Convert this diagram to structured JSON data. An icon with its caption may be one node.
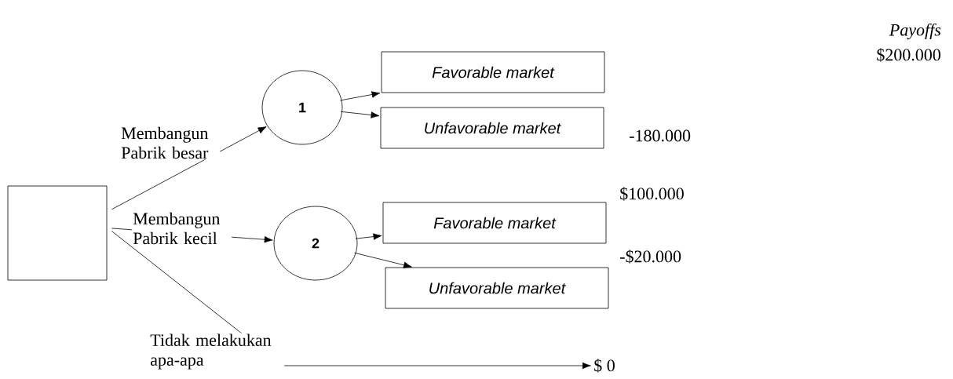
{
  "diagram": {
    "nodes": [
      {
        "text": [],
        "shape": "box"
      },
      {
        "text": [
          "1"
        ]
      },
      {
        "text": [
          "2"
        ]
      },
      {
        "text": [
          "Favorable market"
        ]
      },
      {
        "text": [
          "Unfavorable market"
        ],
        "beside": [
          "-180.000"
        ]
      },
      {
        "text": [
          "Favorable market"
        ],
        "beside": [
          "$100.000"
        ]
      },
      {
        "text": [
          "Unfavorable market"
        ],
        "beside": [
          "-$20.000"
        ]
      },
      {
        "text": [
          "$ 0"
        ]
      }
    ],
    "edges": [
      {
        "from": 0,
        "to": 1,
        "arrow": "to",
        "label": "Membangun Pabrik besar"
      },
      {
        "from": 0,
        "to": 2,
        "arrow": "to",
        "label": "Membangun Pabrik kecil"
      },
      {
        "from": 0,
        "to": 7,
        "arrow": "to",
        "label": "Tidak melakukan apa-apa"
      },
      {
        "from": 1,
        "to": 3,
        "arrow": "to"
      },
      {
        "from": 1,
        "to": 4,
        "arrow": "to"
      },
      {
        "from": 2,
        "to": 5,
        "arrow": "to"
      },
      {
        "from": 2,
        "to": 6,
        "arrow": "to"
      }
    ],
    "labels": [
      "Payoffs",
      "$200.000"
    ]
  }
}
